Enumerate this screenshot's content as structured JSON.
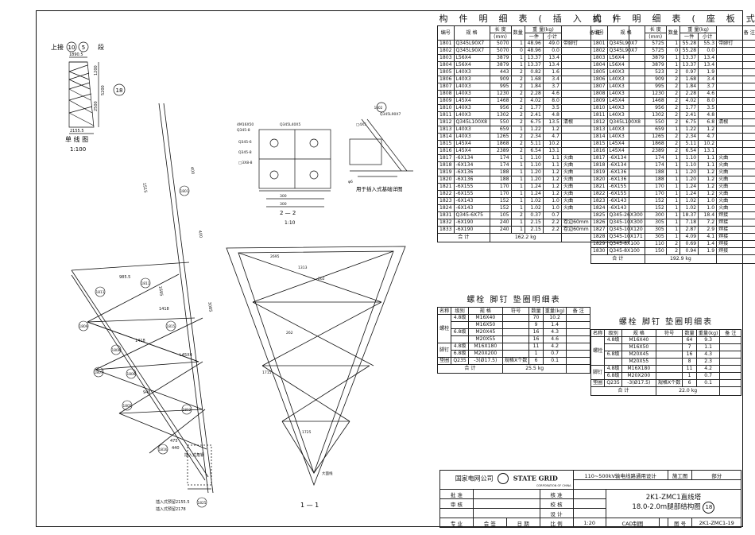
{
  "drawing_title": {
    "prefix": "上接",
    "seg1": "10",
    "seg2": "5",
    "suffix": "段",
    "seg_num": "18"
  },
  "single_line": {
    "label": "单 线 图",
    "scale": "1:100",
    "dims": [
      "1890.5",
      "1200",
      "2500",
      "5200",
      "2155.5"
    ]
  },
  "views": {
    "section22": {
      "label": "2 — 2",
      "scale": "1:10",
      "callouts": [
        "4M16X50",
        "Q345-8",
        "Q345L40X5",
        "Q345-6",
        "Q345-8",
        "□3X8-8",
        "Q345L90X7",
        "1802"
      ]
    },
    "detail": {
      "label": "用于插入式基础详图",
      "callouts": [
        "φ6",
        "□4X5",
        "Q345L90X7"
      ]
    },
    "section11": {
      "label": "1 — 1",
      "note": "大面线"
    },
    "main_notes": [
      "插入式角钢",
      "插入式预留2155.5",
      "插入式预留2178"
    ],
    "main_dims": [
      "500",
      "400",
      "1515",
      "1695",
      "935",
      "985.5",
      "945",
      "1418",
      "1400",
      "1700",
      "870",
      "535",
      "475",
      "440",
      "400",
      "450",
      "260",
      "3085",
      "1835",
      "2695",
      "2695",
      "1715",
      "1725",
      "450"
    ]
  },
  "table_plug": {
    "title": "构件明细表(插入式)",
    "headers": {
      "no": "编号",
      "spec": "规 格",
      "len": "长 度",
      "len_unit": "(mm)",
      "qty": "数量",
      "weight": "重 量(kg)",
      "w_one": "一件",
      "w_sub": "小计",
      "note": "备 注"
    },
    "rows": [
      [
        "1801",
        "Q345L90X7",
        "5070",
        "1",
        "48.96",
        "49.0",
        "带脚钉"
      ],
      [
        "1802",
        "Q345L90X7",
        "5070",
        "0",
        "48.96",
        "0.0",
        ""
      ],
      [
        "1803",
        "L56X4",
        "3879",
        "1",
        "13.37",
        "13.4",
        ""
      ],
      [
        "1804",
        "L56X4",
        "3879",
        "1",
        "13.37",
        "13.4",
        ""
      ],
      [
        "1805",
        "L40X3",
        "443",
        "2",
        "0.82",
        "1.6",
        ""
      ],
      [
        "1806",
        "L40X3",
        "909",
        "2",
        "1.68",
        "3.4",
        ""
      ],
      [
        "1807",
        "L40X3",
        "995",
        "2",
        "1.84",
        "3.7",
        ""
      ],
      [
        "1808",
        "L40X3",
        "1230",
        "2",
        "2.28",
        "4.6",
        ""
      ],
      [
        "1809",
        "L45X4",
        "1468",
        "2",
        "4.02",
        "8.0",
        ""
      ],
      [
        "1810",
        "L40X3",
        "956",
        "2",
        "1.77",
        "3.5",
        ""
      ],
      [
        "1811",
        "L40X3",
        "1302",
        "2",
        "2.41",
        "4.8",
        ""
      ],
      [
        "1812",
        "Q345L100X8",
        "550",
        "2",
        "6.75",
        "13.5",
        "清根"
      ],
      [
        "1813",
        "L40X3",
        "659",
        "1",
        "1.22",
        "1.2",
        ""
      ],
      [
        "1814",
        "L40X3",
        "1265",
        "2",
        "2.34",
        "4.7",
        ""
      ],
      [
        "1815",
        "L45X4",
        "1868",
        "2",
        "5.11",
        "10.2",
        ""
      ],
      [
        "1816",
        "L45X4",
        "2389",
        "2",
        "6.54",
        "13.1",
        ""
      ],
      [
        "1817",
        "-6X134",
        "174",
        "1",
        "1.10",
        "1.1",
        "火曲"
      ],
      [
        "1818",
        "-6X134",
        "174",
        "1",
        "1.10",
        "1.1",
        "火曲"
      ],
      [
        "1819",
        "-6X136",
        "188",
        "1",
        "1.20",
        "1.2",
        "火曲"
      ],
      [
        "1820",
        "-6X136",
        "188",
        "1",
        "1.20",
        "1.2",
        "火曲"
      ],
      [
        "1821",
        "-6X155",
        "170",
        "1",
        "1.24",
        "1.2",
        "火曲"
      ],
      [
        "1822",
        "-6X155",
        "170",
        "1",
        "1.24",
        "1.2",
        "火曲"
      ],
      [
        "1823",
        "-6X143",
        "152",
        "1",
        "1.02",
        "1.0",
        "火曲"
      ],
      [
        "1824",
        "-6X143",
        "152",
        "1",
        "1.02",
        "1.0",
        "火曲"
      ],
      [
        "1831",
        "Q345-6X75",
        "105",
        "2",
        "0.37",
        "0.7",
        ""
      ],
      [
        "1832",
        "-6X190",
        "240",
        "1",
        "2.15",
        "2.2",
        "卷边60mm"
      ],
      [
        "1833",
        "-6X190",
        "240",
        "1",
        "2.15",
        "2.2",
        "卷边60mm"
      ]
    ],
    "total_label": "合 计",
    "total": "162.2 kg"
  },
  "table_seat": {
    "title": "构件明细表(座板式)",
    "headers": {
      "no": "编号",
      "spec": "规 格",
      "len": "长 度",
      "len_unit": "(mm)",
      "qty": "数量",
      "weight": "重 量(kg)",
      "w_one": "一件",
      "w_sub": "小计",
      "note": "备 注"
    },
    "rows": [
      [
        "1801",
        "Q345L90X7",
        "5725",
        "1",
        "55.28",
        "55.3",
        "带脚钉"
      ],
      [
        "1802",
        "Q345L90X7",
        "5725",
        "0",
        "55.28",
        "0.0",
        ""
      ],
      [
        "1803",
        "L56X4",
        "3879",
        "1",
        "13.37",
        "13.4",
        ""
      ],
      [
        "1804",
        "L56X4",
        "3879",
        "1",
        "13.37",
        "13.4",
        ""
      ],
      [
        "1805",
        "L40X3",
        "523",
        "2",
        "0.97",
        "1.9",
        ""
      ],
      [
        "1806",
        "L40X3",
        "909",
        "2",
        "1.68",
        "3.4",
        ""
      ],
      [
        "1807",
        "L40X3",
        "995",
        "2",
        "1.84",
        "3.7",
        ""
      ],
      [
        "1808",
        "L40X3",
        "1230",
        "2",
        "2.28",
        "4.6",
        ""
      ],
      [
        "1809",
        "L45X4",
        "1468",
        "2",
        "4.02",
        "8.0",
        ""
      ],
      [
        "1810",
        "L40X3",
        "956",
        "2",
        "1.77",
        "3.5",
        ""
      ],
      [
        "1811",
        "L40X3",
        "1302",
        "2",
        "2.41",
        "4.8",
        ""
      ],
      [
        "1812",
        "Q345L100X8",
        "550",
        "2",
        "6.75",
        "6.8",
        "清根"
      ],
      [
        "1813",
        "L40X3",
        "659",
        "1",
        "1.22",
        "1.2",
        ""
      ],
      [
        "1814",
        "L40X3",
        "1265",
        "2",
        "2.34",
        "4.7",
        ""
      ],
      [
        "1815",
        "L45X4",
        "1868",
        "2",
        "5.11",
        "10.2",
        ""
      ],
      [
        "1816",
        "L45X4",
        "2389",
        "2",
        "6.54",
        "13.1",
        ""
      ],
      [
        "1817",
        "-6X134",
        "174",
        "1",
        "1.10",
        "1.1",
        "火曲"
      ],
      [
        "1818",
        "-6X134",
        "174",
        "1",
        "1.10",
        "1.1",
        "火曲"
      ],
      [
        "1819",
        "-6X136",
        "188",
        "1",
        "1.20",
        "1.2",
        "火曲"
      ],
      [
        "1820",
        "-6X136",
        "188",
        "1",
        "1.20",
        "1.2",
        "火曲"
      ],
      [
        "1821",
        "-6X155",
        "170",
        "1",
        "1.24",
        "1.2",
        "火曲"
      ],
      [
        "1822",
        "-6X155",
        "170",
        "1",
        "1.24",
        "1.2",
        "火曲"
      ],
      [
        "1823",
        "-6X143",
        "152",
        "1",
        "1.02",
        "1.0",
        "火曲"
      ],
      [
        "1824",
        "-6X143",
        "152",
        "1",
        "1.02",
        "1.0",
        "火曲"
      ],
      [
        "1825",
        "Q345-26X300",
        "300",
        "1",
        "18.37",
        "18.4",
        "焊接"
      ],
      [
        "1826",
        "Q345-10X300",
        "305",
        "1",
        "7.18",
        "7.2",
        "焊接"
      ],
      [
        "1827",
        "Q345-10X120",
        "305",
        "1",
        "2.87",
        "2.9",
        "焊接"
      ],
      [
        "1828",
        "Q345-10X171",
        "305",
        "1",
        "4.09",
        "4.1",
        "焊接"
      ],
      [
        "1829",
        "Q345-8X100",
        "110",
        "2",
        "0.69",
        "1.4",
        "焊接"
      ],
      [
        "1830",
        "Q345-8X100",
        "150",
        "2",
        "0.94",
        "1.9",
        "焊接"
      ]
    ],
    "total_label": "合 计",
    "total": "192.9 kg"
  },
  "bolts_plug": {
    "title": "螺栓 脚钉 垫圈明细表",
    "headers": {
      "name": "名称",
      "grade": "级别",
      "spec": "规 格",
      "sym": "符号",
      "qty": "数量",
      "weight": "重量(kg)",
      "note": "备 注"
    },
    "group_labels": [
      "螺",
      "栓",
      "脚",
      "钉",
      "垫圈"
    ],
    "bolts": [
      [
        "4.8级",
        "M16X40",
        "70",
        "10.2"
      ],
      [
        "",
        "M16X50",
        "9",
        "1.4"
      ],
      [
        "6.8级",
        "M20X45",
        "16",
        "4.3"
      ],
      [
        "",
        "M20X55",
        "16",
        "4.6"
      ]
    ],
    "pegs": [
      [
        "4.8级",
        "M16X180",
        "11",
        "4.2"
      ],
      [
        "6.8级",
        "M20X200",
        "1",
        "0.7"
      ]
    ],
    "washer": [
      "Q235",
      "-3(Ø17.5)",
      "规格X个数",
      "6",
      "0.1"
    ],
    "total_label": "合 计",
    "total": "25.5 kg"
  },
  "bolts_seat": {
    "title": "螺栓 脚钉 垫圈明细表",
    "headers": {
      "name": "名称",
      "grade": "级别",
      "spec": "规 格",
      "sym": "符号",
      "qty": "数量",
      "weight": "重量(kg)",
      "note": "备 注"
    },
    "group_labels": [
      "螺",
      "栓",
      "脚",
      "钉",
      "垫圈"
    ],
    "bolts": [
      [
        "4.8级",
        "M16X40",
        "64",
        "9.3"
      ],
      [
        "",
        "M16X50",
        "7",
        "1.1"
      ],
      [
        "6.8级",
        "M20X45",
        "16",
        "4.3"
      ],
      [
        "",
        "M20X55",
        "8",
        "2.3"
      ]
    ],
    "pegs": [
      [
        "4.8级",
        "M16X180",
        "11",
        "4.2"
      ],
      [
        "6.8级",
        "M20X200",
        "1",
        "0.7"
      ]
    ],
    "washer": [
      "Q235",
      "-3(Ø17.5)",
      "规格X个数",
      "6",
      "0.1"
    ],
    "total_label": "合 计",
    "total": "22.0 kg"
  },
  "title_block": {
    "company_cn": "国家电网公司",
    "company_en": "STATE GRID",
    "company_en_sub": "CORPORATION OF CHINA",
    "project": "110~500kV输电线路通用设计",
    "phase": "施工图",
    "col": "部分",
    "name1": "2K1-ZMC1直线塔",
    "name2": "18.0-2.0m腿部结构图",
    "sheet_no": "18",
    "labels": {
      "approve": "批 准",
      "check": "核 准",
      "audit": "审 核",
      "verify": "校 核",
      "design": "设 计",
      "scale_l": "比 例",
      "scale": "1:20",
      "cad": "CAD制图",
      "drawing_no_l": "图 号",
      "drawing_no": "2K1-ZMC1-19"
    },
    "sign_cols": [
      "专 业",
      "会 签",
      "日 期"
    ]
  }
}
